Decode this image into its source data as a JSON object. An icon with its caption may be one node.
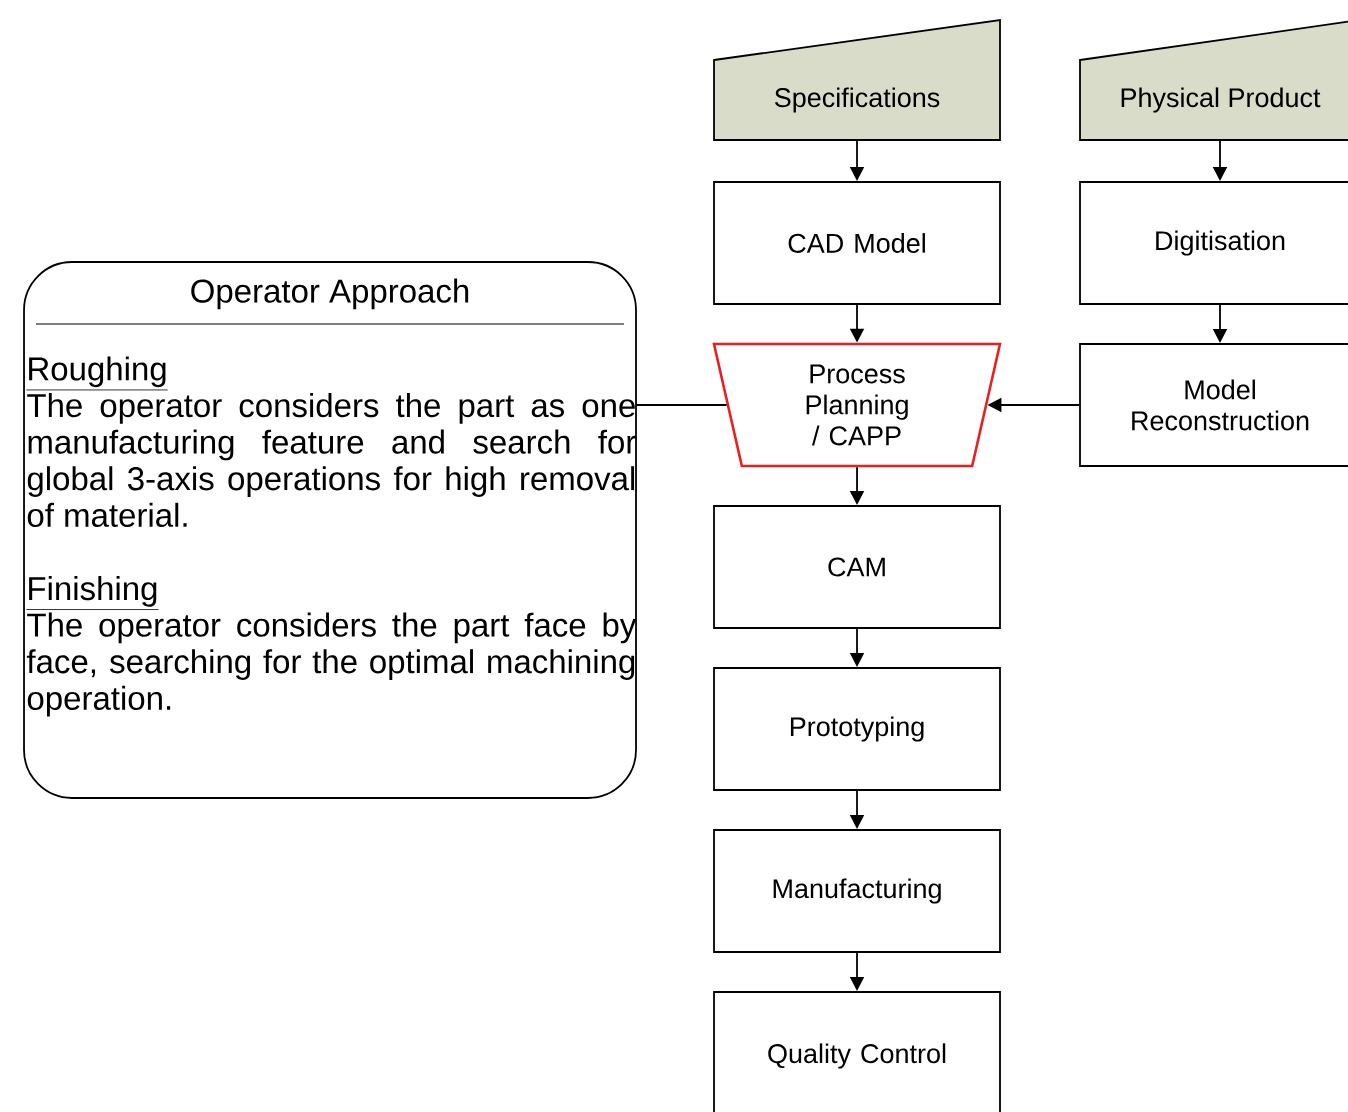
{
  "diagram": {
    "nodes": [
      {
        "text": [
          "Specifications"
        ]
      },
      {
        "text": [
          "Physical Product"
        ]
      },
      {
        "text": [
          "CAD Model"
        ]
      },
      {
        "text": [
          "Digitisation"
        ]
      },
      {
        "text": [
          "Process Planning / CAPP"
        ]
      },
      {
        "text": [
          "Model Reconstruction"
        ]
      },
      {
        "text": [
          "CAM"
        ]
      },
      {
        "text": [
          "Prototyping"
        ]
      },
      {
        "text": [
          "Manufacturing"
        ]
      },
      {
        "text": [
          "Quality Control"
        ]
      },
      {
        "text": [
          "Operator Approach",
          "Roughing",
          "The operator considers the part as one manufacturing feature and search for global 3-axis operations for high removal of material.",
          "Finishing",
          "The operator considers the part face by face, searching for the optimal machining operation."
        ]
      }
    ],
    "edges": [
      {
        "from": 0,
        "to": 2,
        "arrow": "to"
      },
      {
        "from": 1,
        "to": 3,
        "arrow": "to"
      },
      {
        "from": 2,
        "to": 4,
        "arrow": "to"
      },
      {
        "from": 3,
        "to": 5,
        "arrow": "to"
      },
      {
        "from": 5,
        "to": 4,
        "arrow": "to"
      },
      {
        "from": 10,
        "to": 4,
        "arrow": "none"
      },
      {
        "from": 4,
        "to": 6,
        "arrow": "to"
      },
      {
        "from": 6,
        "to": 7,
        "arrow": "to"
      },
      {
        "from": 7,
        "to": 8,
        "arrow": "to"
      },
      {
        "from": 8,
        "to": 9,
        "arrow": "to"
      }
    ]
  }
}
